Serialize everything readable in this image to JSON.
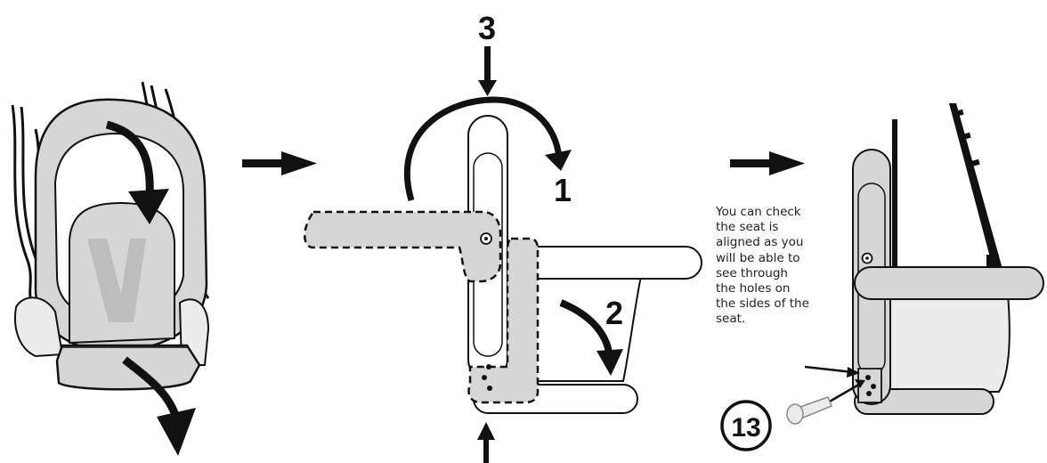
{
  "step_labels": {
    "top": "3",
    "rotate": "1",
    "swing": "2"
  },
  "note_text": "You can check\nthe seat is\naligned as you\nwill be able to\nsee through\nthe holes on\nthe sides of the\nseat.",
  "part_number": "13",
  "colors": {
    "line": "#111111",
    "fill": "#d6d6d6",
    "fill_light": "#e8e8e8",
    "v_mark": "#bdbdbd"
  }
}
